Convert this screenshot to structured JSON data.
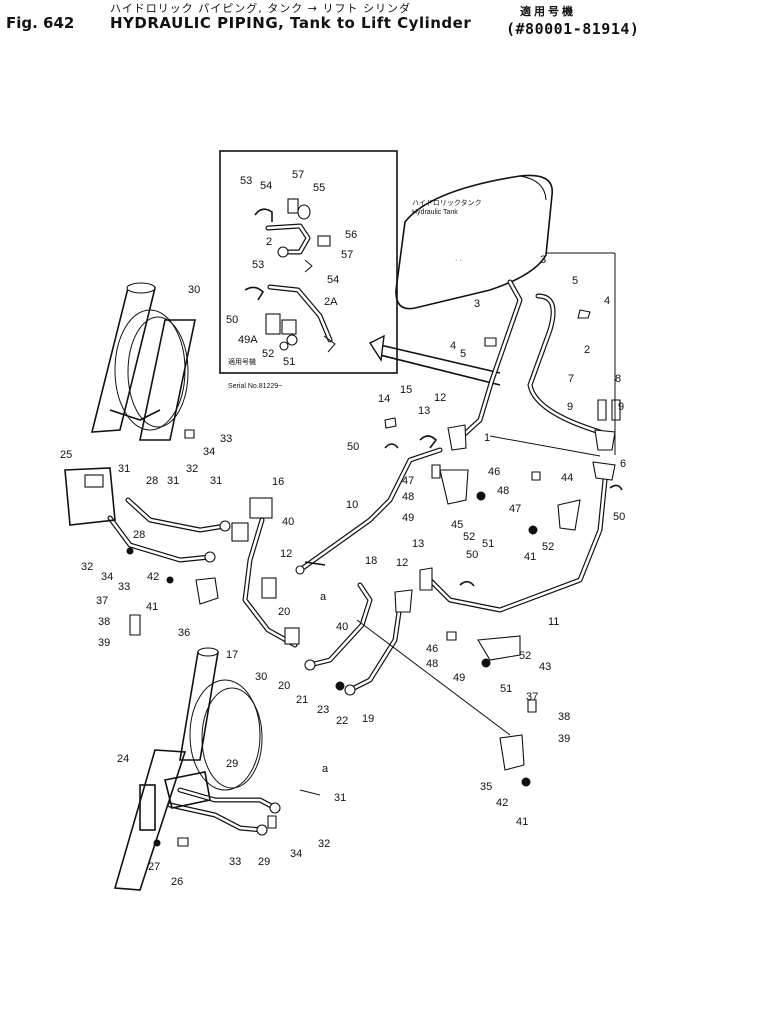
{
  "header": {
    "fig_label": "Fig. 642",
    "title_jp": "ハイドロリック パイピング, タンク → リフト シリンダ",
    "title_en": "HYDRAULIC PIPING, Tank to Lift Cylinder",
    "serial_label_jp": "適用号機",
    "serial_range": "(#80001-81914)"
  },
  "inset": {
    "serial_label_jp": "適用号機",
    "serial_note": "Serial No.81229~",
    "callouts": [
      "53",
      "54",
      "57",
      "55",
      "2",
      "56",
      "57",
      "53",
      "54",
      "2A",
      "50",
      "49A",
      "52",
      "51"
    ]
  },
  "tank": {
    "label_jp": "ハイドロリックタンク",
    "label_en": "Hydraulic Tank"
  },
  "callouts": [
    "30",
    "33",
    "34",
    "32",
    "31",
    "25",
    "31",
    "28",
    "31",
    "16",
    "40",
    "12",
    "28",
    "32",
    "34",
    "33",
    "42",
    "41",
    "37",
    "38",
    "39",
    "36",
    "17",
    "20",
    "20",
    "21",
    "23",
    "22",
    "19",
    "18",
    "a",
    "40",
    "13",
    "12",
    "50",
    "10",
    "14",
    "15",
    "13",
    "12",
    "50",
    "47",
    "48",
    "49",
    "46",
    "48",
    "47",
    "45",
    "52",
    "51",
    "44",
    "50",
    "52",
    "41",
    "11",
    "46",
    "48",
    "49",
    "43",
    "52",
    "51",
    "37",
    "38",
    "39",
    "35",
    "42",
    "41",
    "3",
    "3",
    "5",
    "4",
    "5",
    "4",
    "2",
    "7",
    "8",
    "9",
    "9",
    "1",
    "6",
    "30",
    "24",
    "29",
    "a",
    "31",
    "32",
    "34",
    "33",
    "29",
    "27",
    "26"
  ]
}
